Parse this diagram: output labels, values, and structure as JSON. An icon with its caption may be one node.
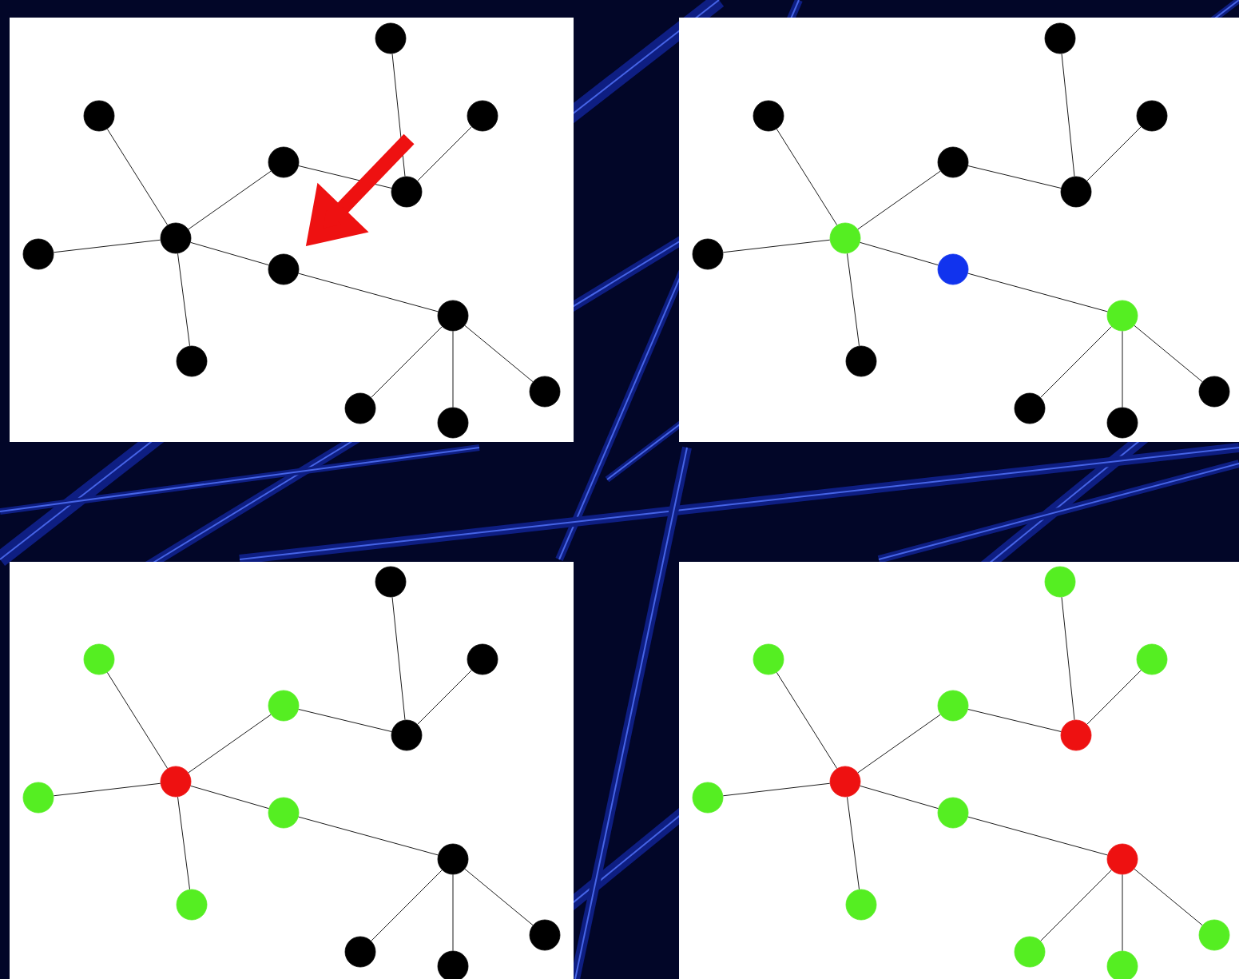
{
  "diagram": {
    "nodes": [
      {
        "text": [],
        "shape": "circle"
      },
      {
        "text": [],
        "shape": "circle"
      },
      {
        "text": [],
        "shape": "circle"
      },
      {
        "text": [],
        "shape": "circle"
      },
      {
        "text": [],
        "shape": "circle"
      },
      {
        "text": [],
        "shape": "circle"
      },
      {
        "text": [],
        "shape": "circle"
      },
      {
        "text": [],
        "shape": "circle"
      },
      {
        "text": [],
        "shape": "circle"
      },
      {
        "text": [],
        "shape": "circle"
      },
      {
        "text": [],
        "shape": "circle"
      },
      {
        "text": [],
        "shape": "circle"
      },
      {
        "text": [],
        "shape": "circle"
      },
      {
        "text": [],
        "shape": "circle"
      },
      {
        "text": [],
        "shape": "circle"
      },
      {
        "text": [],
        "shape": "circle"
      },
      {
        "text": [],
        "shape": "circle"
      },
      {
        "text": [],
        "shape": "circle"
      },
      {
        "text": [],
        "shape": "circle"
      },
      {
        "text": [],
        "shape": "circle"
      },
      {
        "text": [],
        "shape": "circle"
      },
      {
        "text": [],
        "shape": "circle"
      },
      {
        "text": [],
        "shape": "circle"
      },
      {
        "text": [],
        "shape": "circle"
      },
      {
        "text": [],
        "shape": "circle"
      },
      {
        "text": [],
        "shape": "circle"
      },
      {
        "text": [],
        "shape": "circle"
      },
      {
        "text": [],
        "shape": "circle"
      },
      {
        "text": [],
        "shape": "circle"
      },
      {
        "text": [],
        "shape": "circle"
      },
      {
        "text": [],
        "shape": "circle"
      },
      {
        "text": [],
        "shape": "circle"
      },
      {
        "text": [],
        "shape": "circle"
      },
      {
        "text": [],
        "shape": "circle"
      },
      {
        "text": [],
        "shape": "circle"
      },
      {
        "text": [],
        "shape": "circle"
      },
      {
        "text": [],
        "shape": "circle"
      },
      {
        "text": [],
        "shape": "circle"
      },
      {
        "text": [],
        "shape": "circle"
      },
      {
        "text": [],
        "shape": "circle"
      },
      {
        "text": [],
        "shape": "circle"
      },
      {
        "text": [],
        "shape": "circle"
      },
      {
        "text": [],
        "shape": "circle"
      },
      {
        "text": [],
        "shape": "circle"
      },
      {
        "text": [],
        "shape": "circle"
      },
      {
        "text": [],
        "shape": "circle"
      },
      {
        "text": [],
        "shape": "circle"
      },
      {
        "text": [],
        "shape": "circle"
      },
      {
        "text": [],
        "shape": "circle"
      },
      {
        "text": [],
        "shape": "circle"
      },
      {
        "text": [],
        "shape": "circle"
      },
      {
        "text": [],
        "shape": "circle"
      }
    ],
    "edges": [
      {
        "from": 6,
        "to": 1,
        "arrow": "none"
      },
      {
        "from": 6,
        "to": 3,
        "arrow": "none"
      },
      {
        "from": 6,
        "to": 5,
        "arrow": "none"
      },
      {
        "from": 6,
        "to": 7,
        "arrow": "none"
      },
      {
        "from": 6,
        "to": 9,
        "arrow": "none"
      },
      {
        "from": 3,
        "to": 4,
        "arrow": "none"
      },
      {
        "from": 4,
        "to": 0,
        "arrow": "none"
      },
      {
        "from": 4,
        "to": 2,
        "arrow": "none"
      },
      {
        "from": 7,
        "to": 8,
        "arrow": "none"
      },
      {
        "from": 8,
        "to": 10,
        "arrow": "none"
      },
      {
        "from": 8,
        "to": 11,
        "arrow": "none"
      },
      {
        "from": 8,
        "to": 12,
        "arrow": "none"
      },
      {
        "from": 19,
        "to": 14,
        "arrow": "none"
      },
      {
        "from": 19,
        "to": 16,
        "arrow": "none"
      },
      {
        "from": 19,
        "to": 18,
        "arrow": "none"
      },
      {
        "from": 19,
        "to": 20,
        "arrow": "none"
      },
      {
        "from": 19,
        "to": 22,
        "arrow": "none"
      },
      {
        "from": 16,
        "to": 17,
        "arrow": "none"
      },
      {
        "from": 17,
        "to": 13,
        "arrow": "none"
      },
      {
        "from": 17,
        "to": 15,
        "arrow": "none"
      },
      {
        "from": 20,
        "to": 21,
        "arrow": "none"
      },
      {
        "from": 21,
        "to": 23,
        "arrow": "none"
      },
      {
        "from": 21,
        "to": 24,
        "arrow": "none"
      },
      {
        "from": 21,
        "to": 25,
        "arrow": "none"
      },
      {
        "from": 32,
        "to": 27,
        "arrow": "none"
      },
      {
        "from": 32,
        "to": 29,
        "arrow": "none"
      },
      {
        "from": 32,
        "to": 31,
        "arrow": "none"
      },
      {
        "from": 32,
        "to": 33,
        "arrow": "none"
      },
      {
        "from": 32,
        "to": 35,
        "arrow": "none"
      },
      {
        "from": 29,
        "to": 30,
        "arrow": "none"
      },
      {
        "from": 30,
        "to": 26,
        "arrow": "none"
      },
      {
        "from": 30,
        "to": 28,
        "arrow": "none"
      },
      {
        "from": 33,
        "to": 34,
        "arrow": "none"
      },
      {
        "from": 34,
        "to": 36,
        "arrow": "none"
      },
      {
        "from": 34,
        "to": 37,
        "arrow": "none"
      },
      {
        "from": 34,
        "to": 38,
        "arrow": "none"
      },
      {
        "from": 45,
        "to": 40,
        "arrow": "none"
      },
      {
        "from": 45,
        "to": 42,
        "arrow": "none"
      },
      {
        "from": 45,
        "to": 44,
        "arrow": "none"
      },
      {
        "from": 45,
        "to": 46,
        "arrow": "none"
      },
      {
        "from": 45,
        "to": 48,
        "arrow": "none"
      },
      {
        "from": 42,
        "to": 43,
        "arrow": "none"
      },
      {
        "from": 43,
        "to": 39,
        "arrow": "none"
      },
      {
        "from": 43,
        "to": 41,
        "arrow": "none"
      },
      {
        "from": 46,
        "to": 47,
        "arrow": "none"
      },
      {
        "from": 47,
        "to": 49,
        "arrow": "none"
      },
      {
        "from": 47,
        "to": 50,
        "arrow": "none"
      },
      {
        "from": 47,
        "to": 51,
        "arrow": "none"
      },
      {
        "from": null,
        "to": 7,
        "arrow": "to",
        "style": "thick",
        "color": "#ee1111"
      }
    ]
  }
}
